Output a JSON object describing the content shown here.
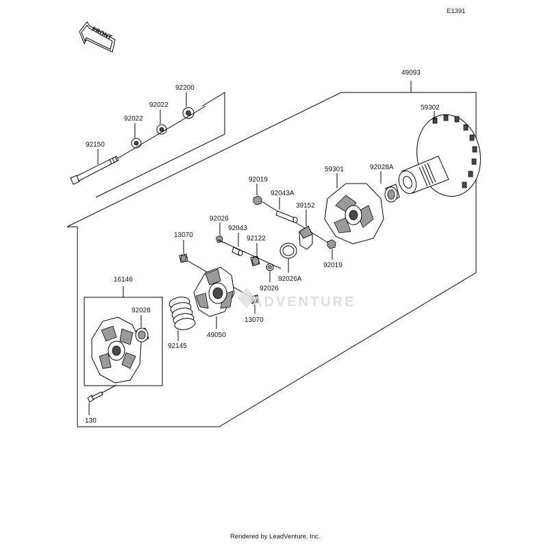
{
  "diagram_code": "E1391",
  "front_label": "FRONT",
  "watermark": "ADVENTURE",
  "footer": "Rendered by LeadVenture, Inc.",
  "parts": {
    "p49093": "49093",
    "p59302": "59302",
    "p92200": "92200",
    "p92022a": "92022",
    "p92022b": "92022",
    "p92150": "92150",
    "p59301": "59301",
    "p92028A": "92028A",
    "p92019a": "92019",
    "p92043A": "92043A",
    "p39152": "39152",
    "p92026a": "92026",
    "p92043": "92043",
    "p92122": "92122",
    "p13070a": "13070",
    "p92026A": "92026A",
    "p92019b": "92019",
    "p92026b": "92026",
    "p13070b": "13070",
    "p16146": "16146",
    "p92028": "92028",
    "p92145": "92145",
    "p49050": "49050",
    "p130": "130"
  }
}
